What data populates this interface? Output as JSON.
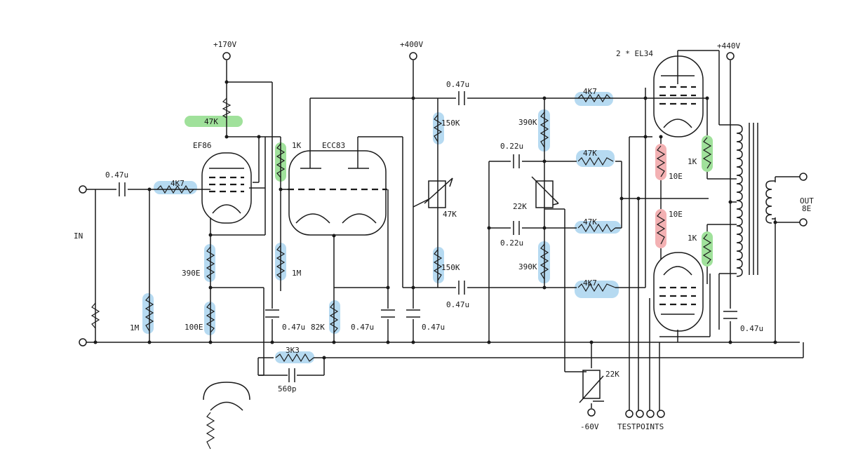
{
  "diagram": {
    "supplies": {
      "plus_170v": "+170V",
      "plus_400v": "+400V",
      "plus_440v": "+440V",
      "minus_60v": "-60V"
    },
    "tubes": {
      "input_tube": "EF86",
      "phase_splitter": "ECC83",
      "output_tubes": "2 * EL34"
    },
    "components": {
      "c_in": "0.47u",
      "r_grid_stop": "4K7",
      "r_ef86_anode": "47K",
      "r_feed": "1K",
      "r_in_grid": "1M",
      "r_ef86_cath": "390E",
      "r_fb_cath": "100E",
      "r_ecc_grid": "1M",
      "c_ecc_grid": "0.47u",
      "r_ecc_tail": "82K",
      "c_ecc_bypass": "0.47u",
      "c_400_bypass": "0.47u",
      "r_load_top": "150K",
      "r_balance": "47K",
      "r_load_bottom": "150K",
      "c_coup_top": "0.47u",
      "c_coup_bottom": "0.47u",
      "r_bias_top": "390K",
      "r_bias_bottom": "390K",
      "c_bias_top": "0.22u",
      "c_bias_bottom": "0.22u",
      "pot_bias_balance": "22K",
      "r_grid_top": "4K7",
      "r_bias_sep_top": "47K",
      "r_bias_sep_bottom": "47K",
      "r_grid_bottom": "4K7",
      "r_cath_top": "10E",
      "r_cath_bottom": "10E",
      "r_screen_top": "1K",
      "r_screen_bottom": "1K",
      "c_out_bypass": "0.47u",
      "r_feedback": "3K3",
      "c_feedback": "560p",
      "pot_bias_set": "22K"
    },
    "ports": {
      "input": "IN",
      "output": "OUT",
      "output_impedance": "8E",
      "testpoints": "TESTPOINTS"
    }
  }
}
